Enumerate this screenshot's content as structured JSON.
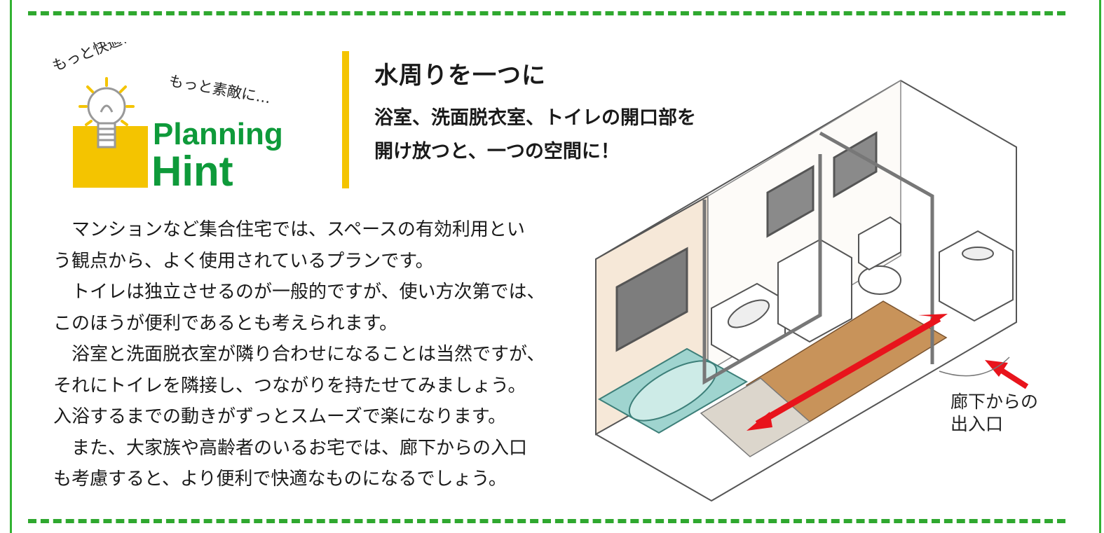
{
  "logo": {
    "tagline1": "もっと快適に、",
    "tagline2": "もっと素敵に…",
    "word1": "Planning",
    "word2": "Hint"
  },
  "heading": {
    "title": "水周りを一つに",
    "subtitle_line1": "浴室、洗面脱衣室、トイレの開口部を",
    "subtitle_line2": "開け放つと、一つの空間に！"
  },
  "body": {
    "lines": [
      "　マンションなど集合住宅では、スペースの有効利用とい",
      "う観点から、よく使用されているプランです。",
      "　トイレは独立させるのが一般的ですが、使い方次第では、",
      "このほうが便利であるとも考えられます。",
      "　浴室と洗面脱衣室が隣り合わせになることは当然ですが、",
      "それにトイレを隣接し、つながりを持たせてみましょう。",
      "入浴するまでの動きがずっとスムーズで楽になります。",
      "　また、大家族や高齢者のいるお宅では、廊下からの入口",
      "も考慮すると、より便利で快適なものになるでしょう。"
    ]
  },
  "illustration": {
    "label_line1": "廊下からの",
    "label_line2": "出入口"
  },
  "colors": {
    "frame_green": "#2fa82f",
    "logo_green": "#0e9a3a",
    "logo_yellow": "#f4c400",
    "arrow_red": "#e8141c",
    "floor_wood": "#c8935a"
  }
}
